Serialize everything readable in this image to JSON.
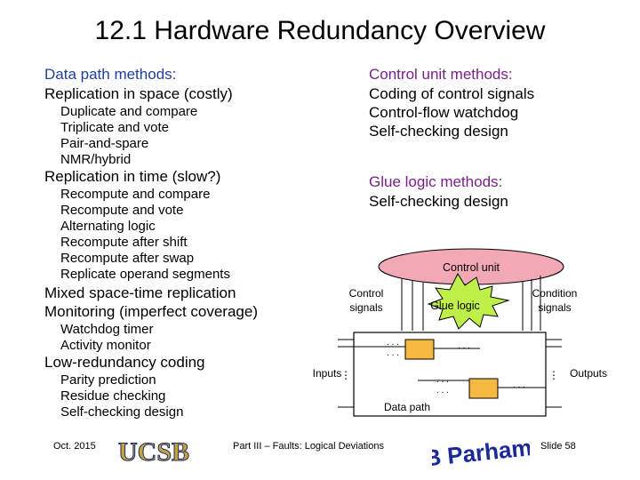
{
  "title": "12.1  Hardware Redundancy Overview",
  "left": {
    "data_path_heading": "Data path methods:",
    "space_heading": "Replication in space (costly)",
    "space_items": [
      "Duplicate and compare",
      "Triplicate and vote",
      "Pair-and-spare",
      "NMR/hybrid"
    ],
    "time_heading": "Replication in time (slow?)",
    "time_items": [
      "Recompute and compare",
      "Recompute and vote",
      "Alternating logic",
      "Recompute after shift",
      "Recompute after swap",
      "Replicate operand segments"
    ],
    "mixed": "Mixed space-time replication",
    "monitoring_heading": "Monitoring (imperfect coverage)",
    "monitoring_items": [
      "Watchdog timer",
      "Activity monitor"
    ],
    "lowred_heading": "Low-redundancy coding",
    "lowred_items": [
      "Parity prediction",
      "Residue checking",
      "Self-checking design"
    ]
  },
  "right": {
    "control_heading": "Control unit methods:",
    "control_items": [
      "Coding of control signals",
      "Control-flow watchdog",
      "Self-checking design"
    ],
    "glue_heading": "Glue logic methods:",
    "glue_items": [
      "Self-checking design"
    ]
  },
  "diagram": {
    "control_unit": "Control unit",
    "control_signals": [
      "Control",
      "signals"
    ],
    "glue_logic": "Glue logic",
    "condition_signals": [
      "Condition",
      "signals"
    ],
    "inputs": "Inputs",
    "outputs": "Outputs",
    "data_path": "Data path",
    "colors": {
      "control_unit_fill": "#f2a9b5",
      "glue_fill": "#bff04a",
      "block_fill": "#f5b942",
      "heading_blue": "#1f3fa0",
      "heading_purple": "#7a1f8a"
    }
  },
  "footer": {
    "date": "Oct. 2015",
    "center": "Part III – Faults: Logical Deviations",
    "slide": "Slide 58",
    "ucsb_logo_text": "UCSB",
    "author_logo_text": "B Parhami"
  }
}
